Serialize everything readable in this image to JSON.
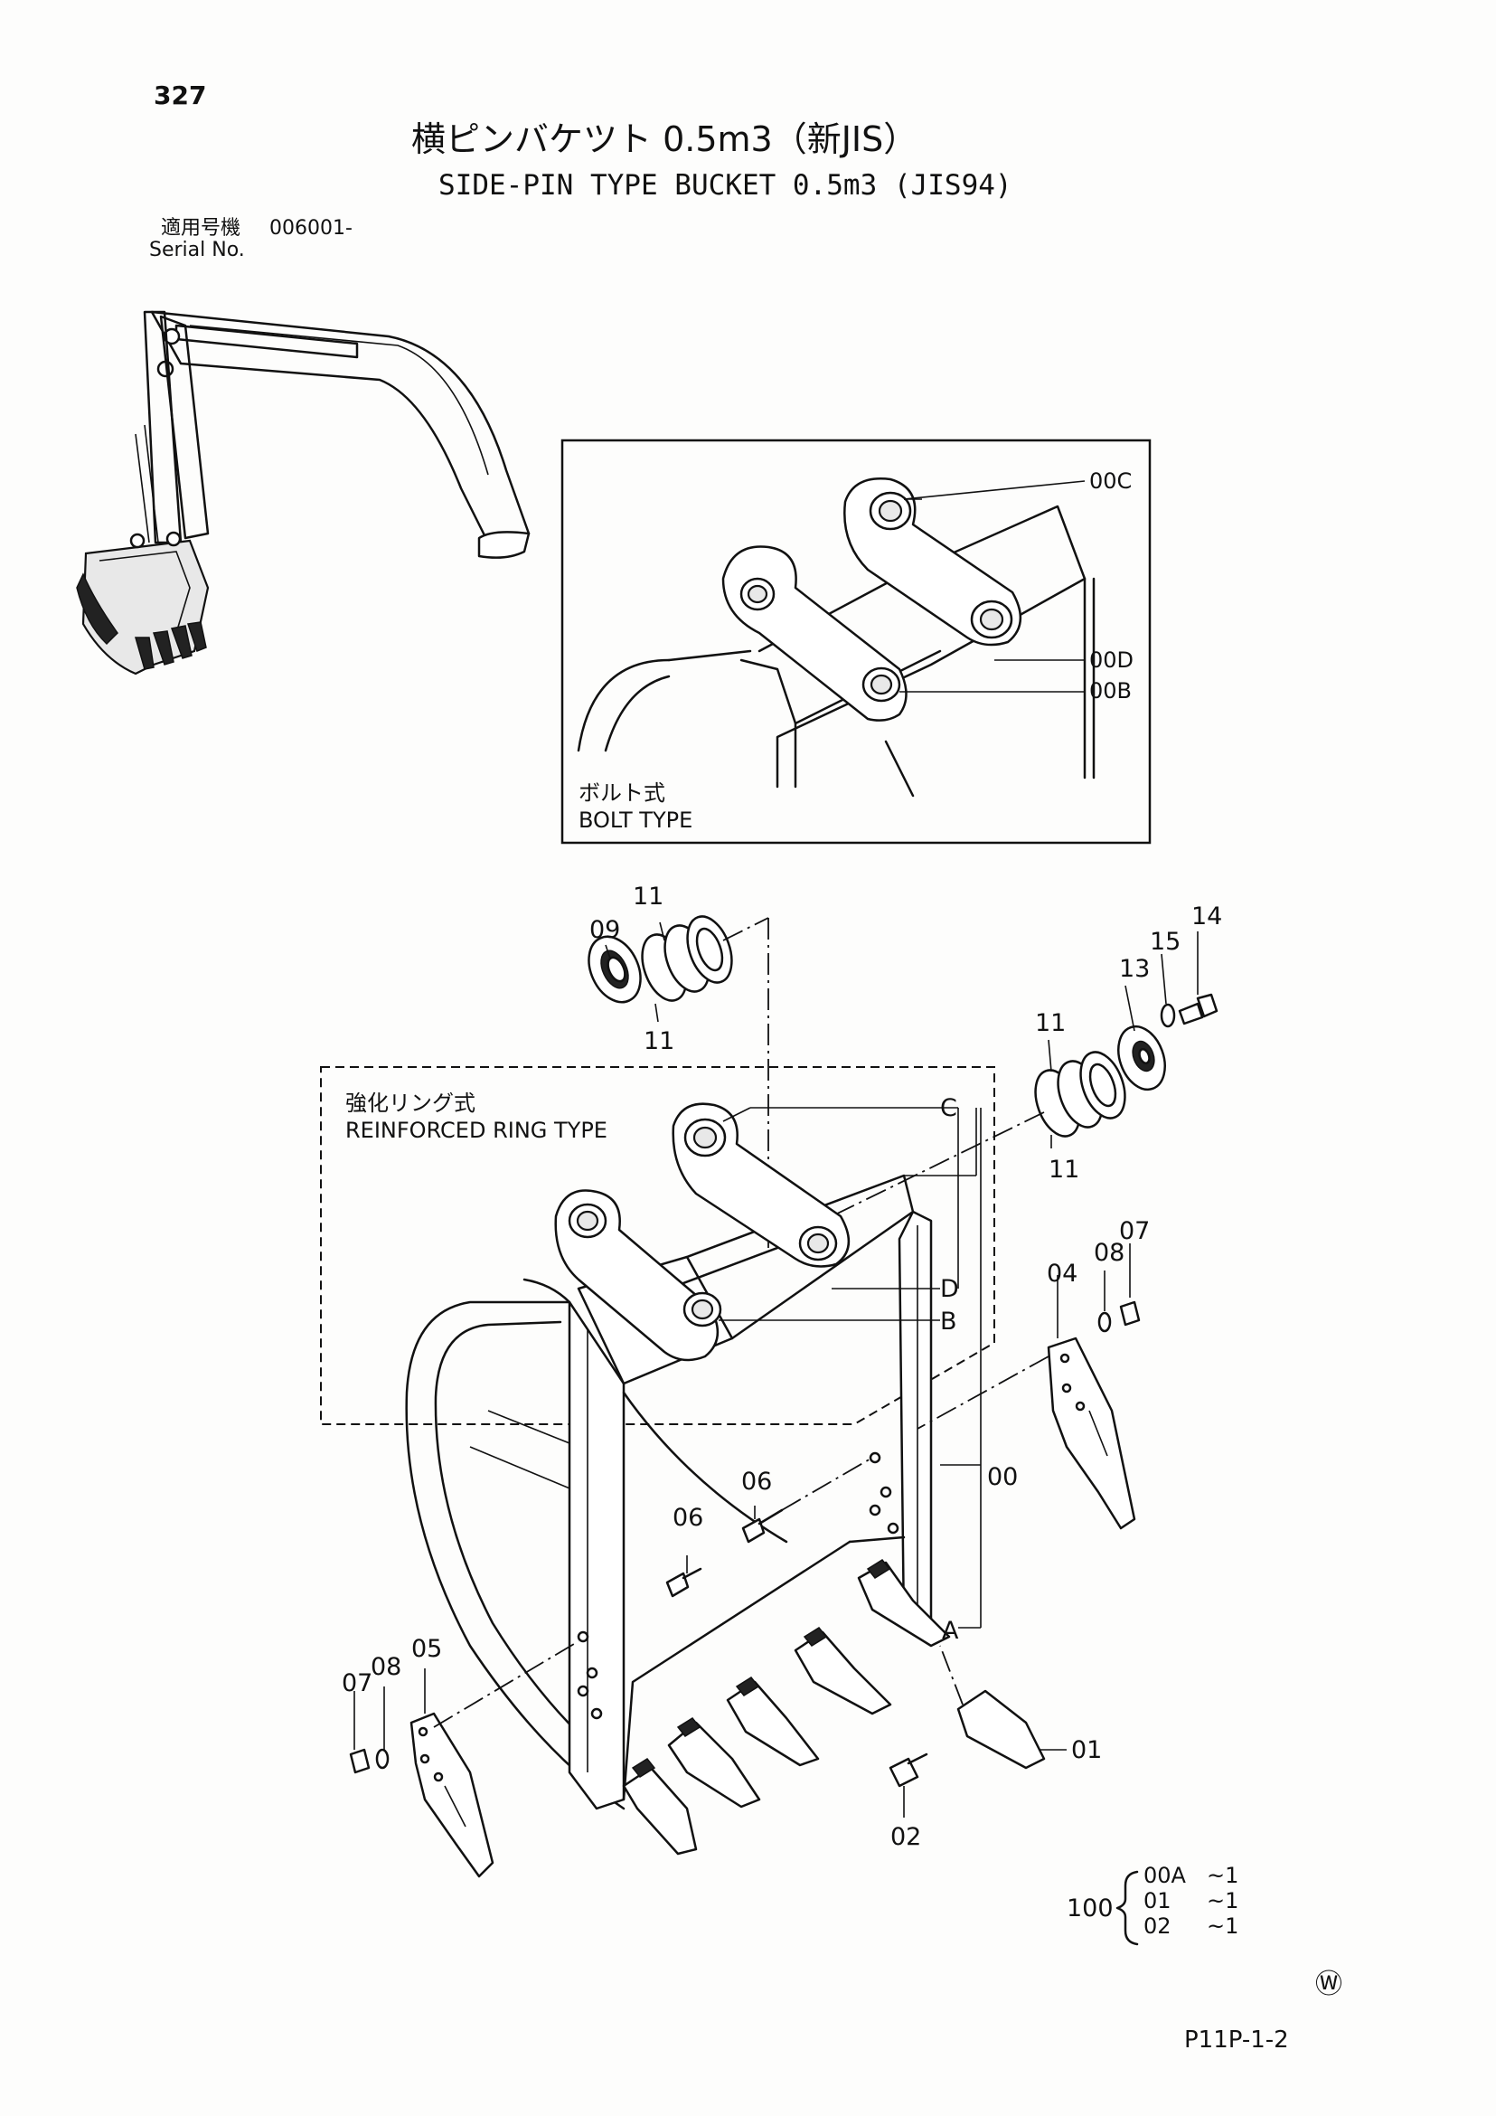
{
  "header": {
    "page_number": "327",
    "title_jp": "横ピンバケツト 0.5m3（新JIS）",
    "title_en": "SIDE-PIN TYPE BUCKET 0.5m3 (JIS94)",
    "serial_label_jp": "適用号機",
    "serial_value": "006001-",
    "serial_label_en": "Serial No."
  },
  "inset_bolt": {
    "label_jp": "ボルト式",
    "label_en": "BOLT TYPE",
    "callouts": {
      "c00C": "00C",
      "c00D": "00D",
      "c00B": "00B"
    }
  },
  "inset_ring": {
    "label_jp": "強化リング式",
    "label_en": "REINFORCED RING TYPE",
    "callouts": {
      "C": "C",
      "D": "D",
      "B": "B",
      "A": "A"
    }
  },
  "callouts": {
    "p09": "09",
    "p11a": "11",
    "p11b": "11",
    "p11c": "11",
    "p11d": "11",
    "p13": "13",
    "p14": "14",
    "p15": "15",
    "p04": "04",
    "p08a": "08",
    "p07a": "07",
    "p00": "00",
    "p06a": "06",
    "p06b": "06",
    "p05": "05",
    "p07b": "07",
    "p08b": "08",
    "p01": "01",
    "p02": "02"
  },
  "kit": {
    "code": "100",
    "items": [
      {
        "part": "00A",
        "qty": "~1"
      },
      {
        "part": "01",
        "qty": "~1"
      },
      {
        "part": "02",
        "qty": "~1"
      }
    ]
  },
  "footer": {
    "mark": "Ⓦ",
    "page_code": "P11P-1-2"
  }
}
